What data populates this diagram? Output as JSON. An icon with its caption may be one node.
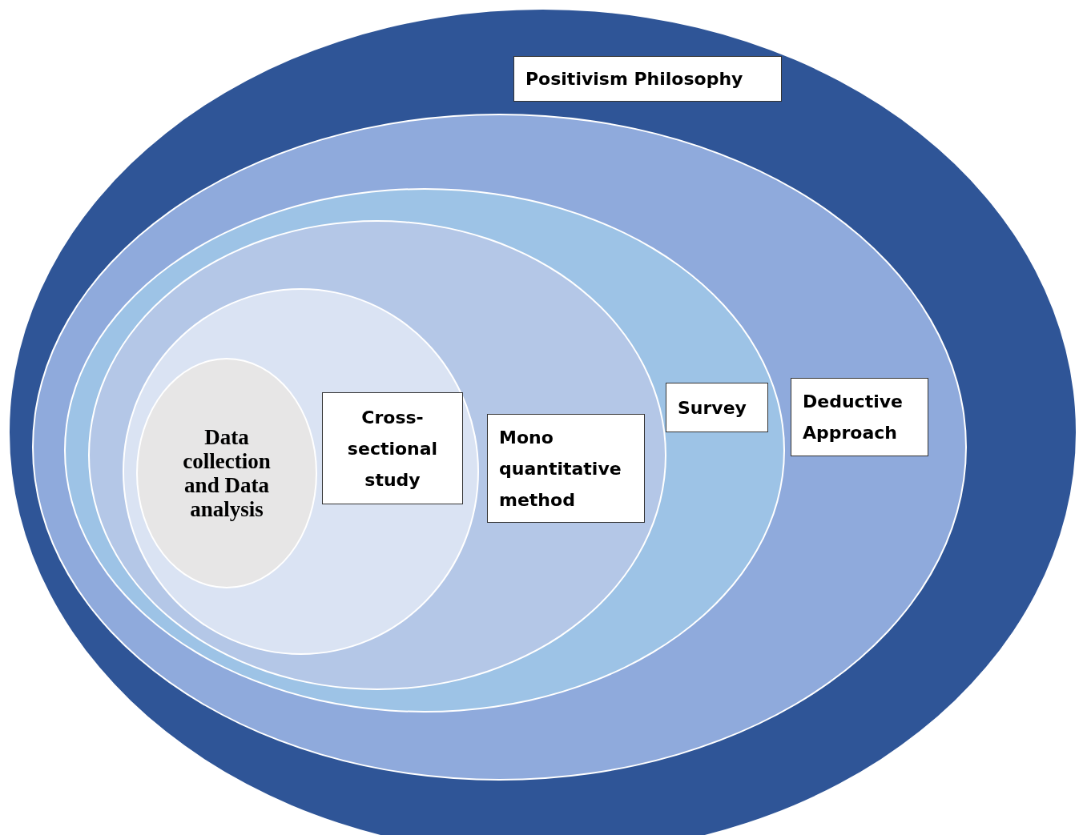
{
  "diagram": {
    "nodes": [
      {
        "text": [
          "Positivism Philosophy"
        ]
      },
      {
        "text": [
          "Deductive Approach"
        ],
        "in": 0
      },
      {
        "text": [
          "Survey"
        ],
        "in": 1
      },
      {
        "text": [
          "Mono quantitative method"
        ],
        "in": 2
      },
      {
        "text": [
          "Cross-sectional study"
        ],
        "in": 3
      },
      {
        "text": [
          "Data collection and Data analysis"
        ],
        "in": 4
      }
    ],
    "edges": []
  }
}
